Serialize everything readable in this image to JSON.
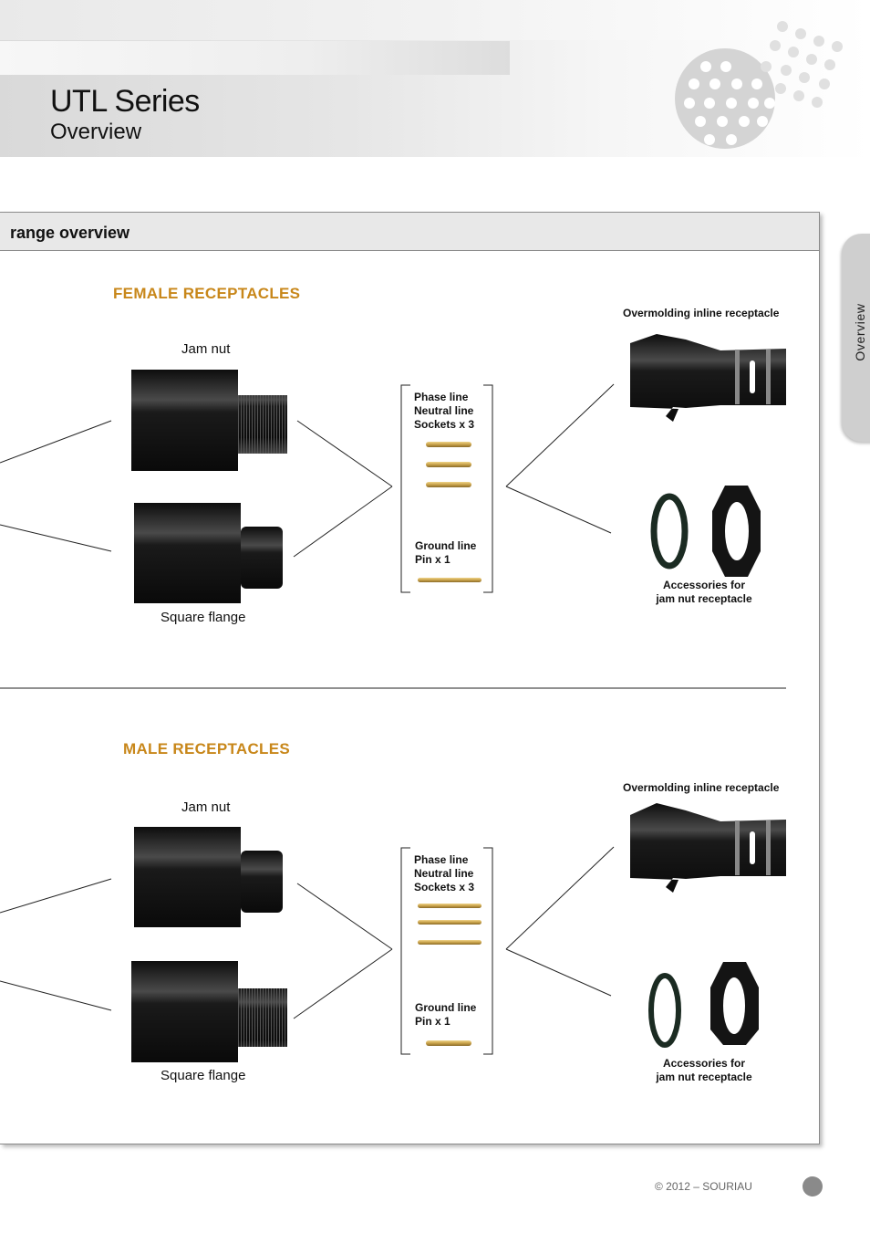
{
  "header": {
    "title": "UTL Series",
    "subtitle": "Overview"
  },
  "side_tab": {
    "label": "Overview"
  },
  "panel": {
    "title": "range overview"
  },
  "female": {
    "title": "FEMALE RECEPTACLES",
    "jam_nut": "Jam nut",
    "square_flange": "Square flange",
    "contacts_line1": "Phase line",
    "contacts_line2": "Neutral line",
    "contacts_line3": "Sockets x 3",
    "ground_line1": "Ground line",
    "ground_line2": "Pin x 1",
    "overmolding": "Overmolding inline receptacle",
    "accessories_line1": "Accessories for",
    "accessories_line2": "jam nut receptacle"
  },
  "male": {
    "title": "MALE RECEPTACLES",
    "jam_nut": "Jam nut",
    "square_flange": "Square flange",
    "contacts_line1": "Phase line",
    "contacts_line2": "Neutral line",
    "contacts_line3": "Sockets x 3",
    "ground_line1": "Ground line",
    "ground_line2": "Pin x 1",
    "overmolding": "Overmolding inline receptacle",
    "accessories_line1": "Accessories for",
    "accessories_line2": "jam nut receptacle"
  },
  "footer": {
    "copyright": "© 2012 – SOURIAU"
  },
  "colors": {
    "accent": "#c8871a",
    "part": "#111111",
    "gold": "#c9a24a"
  }
}
